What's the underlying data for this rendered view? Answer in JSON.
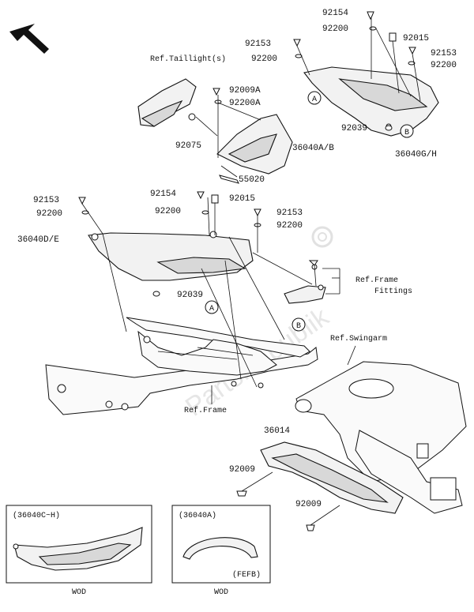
{
  "diagram": {
    "callouts": [
      {
        "id": "c1",
        "text": "92154"
      },
      {
        "id": "c2",
        "text": "92200"
      },
      {
        "id": "c3",
        "text": "92015"
      },
      {
        "id": "c4",
        "text": "92153"
      },
      {
        "id": "c5",
        "text": "92200"
      },
      {
        "id": "c6",
        "text": "92153"
      },
      {
        "id": "c7",
        "text": "92200"
      },
      {
        "id": "c8",
        "text": "Ref.Taillight(s)"
      },
      {
        "id": "c9",
        "text": "92009A"
      },
      {
        "id": "c10",
        "text": "92200A"
      },
      {
        "id": "c11",
        "text": "92075"
      },
      {
        "id": "c12",
        "text": "36040A/B"
      },
      {
        "id": "c13",
        "text": "92039"
      },
      {
        "id": "c14",
        "text": "36040G/H"
      },
      {
        "id": "c15",
        "text": "55020"
      },
      {
        "id": "c16",
        "text": "92153"
      },
      {
        "id": "c17",
        "text": "92200"
      },
      {
        "id": "c18",
        "text": "92154"
      },
      {
        "id": "c19",
        "text": "92015"
      },
      {
        "id": "c20",
        "text": "92200"
      },
      {
        "id": "c21",
        "text": "92153"
      },
      {
        "id": "c22",
        "text": "92200"
      },
      {
        "id": "c23",
        "text": "36040D/E"
      },
      {
        "id": "c24",
        "text": "92039"
      },
      {
        "id": "c25",
        "text": "Ref.Frame"
      },
      {
        "id": "c26",
        "text": "Fittings"
      },
      {
        "id": "c27",
        "text": "Ref.Swingarm"
      },
      {
        "id": "c28",
        "text": "Ref.Frame"
      },
      {
        "id": "c29",
        "text": "36014"
      },
      {
        "id": "c30",
        "text": "92009"
      },
      {
        "id": "c31",
        "text": "92009"
      }
    ],
    "markers": [
      {
        "id": "m1",
        "text": "A"
      },
      {
        "id": "m2",
        "text": "B"
      },
      {
        "id": "m3",
        "text": "A"
      },
      {
        "id": "m4",
        "text": "B"
      }
    ],
    "inset_left": {
      "title": "(36040C~H)",
      "code": "WOD"
    },
    "inset_right": {
      "title": "(36040A)",
      "note": "(FEFB)",
      "code": "WOD"
    },
    "watermark": "PartsRepublik"
  }
}
